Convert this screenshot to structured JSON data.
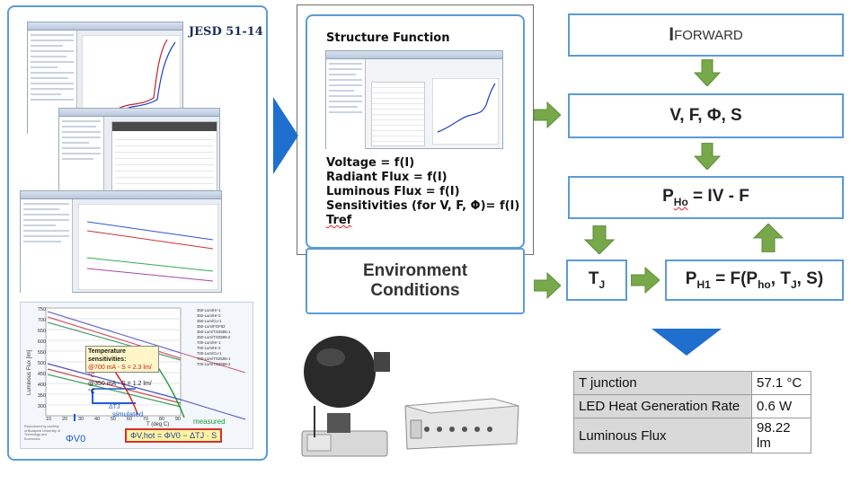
{
  "left_panel": {
    "label": "JESD 51-14",
    "lower_chart": {
      "box_title": "Temperature sensitivities:",
      "box_line1": "@700 mA - S = 2.3 lm/°C",
      "box_line2": "@350 mA - S = 1.2 lm/°C",
      "ylabel": "Luminous Flux [lm]",
      "xlabel": "T (deg C)",
      "y_ticks": [
        "750",
        "700",
        "650",
        "600",
        "550",
        "500",
        "450",
        "400",
        "350",
        "300"
      ],
      "x_ticks": [
        "10",
        "20",
        "30",
        "40",
        "50",
        "60",
        "70",
        "80",
        "90"
      ],
      "annotation_simulated": "simulated",
      "annotation_measured": "measured",
      "annotation_dt": "ΔTJ",
      "annotation_phi": "ΦV0",
      "formula": "ΦV,hot = ΦV0 − ΔTJ · S",
      "legend": [
        "350-Lum/Hr-1",
        "350-Lum/Hr-2",
        "350-Lum/Cu-1",
        "350-Lum/FGF82",
        "350-Lum/TO2586-1",
        "350-Lum/TO2586-2",
        "700-Lum/Hr-1",
        "700-Lum/Hr-2",
        "700-Lum/Cu-1",
        "700-Lum/TO2586-1",
        "700-Lum/TO2586-2"
      ],
      "credit": "Reproduced by courtesy of Budapest University of Technology and Economics"
    }
  },
  "structure_panel": {
    "title": "Structure Function",
    "lines": [
      "Voltage = f(I)",
      "Radiant Flux = f(I)",
      "Luminous Flux = f(I)",
      "Sensitivities (for V, F, Φ)= f(I)",
      "Tref"
    ]
  },
  "environment": {
    "line1": "Environment",
    "line2": "Conditions"
  },
  "boxes": {
    "i_forward_big": "I",
    "i_forward_rest": " FORWARD",
    "vfps": "V, F, Φ, S",
    "pho": "P",
    "pho_sub": "Ho",
    "pho_rest": " = IV - F",
    "tj": "T",
    "tj_sub": "J",
    "ph1": "P",
    "ph1_sub": "H1",
    "ph1_rest_a": " = F(P",
    "ph1_sub2": "ho",
    "ph1_rest_b": ", T",
    "ph1_sub3": "J",
    "ph1_rest_c": ", S)"
  },
  "results": [
    {
      "label": "T junction",
      "value": "57.1 °C"
    },
    {
      "label": "LED Heat Generation Rate",
      "value": "0.6 W"
    },
    {
      "label": "Luminous Flux",
      "value": "98.22 lm"
    }
  ],
  "colors": {
    "border": "#5b9bd5",
    "arrow_green": "#77a84a",
    "arrow_blue": "#1f6fcf"
  }
}
